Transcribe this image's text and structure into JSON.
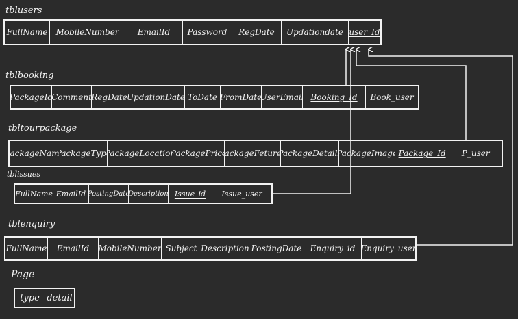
{
  "tables": [
    {
      "name": "tblusers",
      "fields": [
        {
          "label": "FullName"
        },
        {
          "label": "MobileNumber"
        },
        {
          "label": "EmailId"
        },
        {
          "label": "Password"
        },
        {
          "label": "RegDate"
        },
        {
          "label": "Updationdate"
        },
        {
          "label": "user_Id",
          "key": true
        }
      ]
    },
    {
      "name": "tblbooking",
      "fields": [
        {
          "label": "PackageId"
        },
        {
          "label": "Comment"
        },
        {
          "label": "RegDate"
        },
        {
          "label": "UpdationDate"
        },
        {
          "label": "ToDate"
        },
        {
          "label": "FromDate"
        },
        {
          "label": "UserEmail"
        },
        {
          "label": "Booking_Id",
          "key": true
        },
        {
          "label": "Book_user"
        }
      ]
    },
    {
      "name": "tbltourpackage",
      "fields": [
        {
          "label": "PackageName"
        },
        {
          "label": "PackageType"
        },
        {
          "label": "PackageLocation"
        },
        {
          "label": "PackagePrice"
        },
        {
          "label": "PackageFetures"
        },
        {
          "label": "PackageDetails"
        },
        {
          "label": "PackageImage"
        },
        {
          "label": "Package_Id",
          "key": true
        },
        {
          "label": "P_user"
        }
      ]
    },
    {
      "name": "tblissues",
      "fields": [
        {
          "label": "FullName"
        },
        {
          "label": "EmailId"
        },
        {
          "label": "PostingDate"
        },
        {
          "label": "Description"
        },
        {
          "label": "Issue_id",
          "key": true
        },
        {
          "label": "Issue_user"
        }
      ]
    },
    {
      "name": "tblenquiry",
      "fields": [
        {
          "label": "FullName"
        },
        {
          "label": "EmailId"
        },
        {
          "label": "MobileNumber"
        },
        {
          "label": "Subject"
        },
        {
          "label": "Description"
        },
        {
          "label": "PostingDate"
        },
        {
          "label": "Enquiry_id",
          "key": true
        },
        {
          "label": "Enquiry_user"
        }
      ]
    },
    {
      "name": "Page",
      "fields": [
        {
          "label": "type"
        },
        {
          "label": "detail"
        }
      ]
    }
  ],
  "colors": {
    "background": "#2b2b2b",
    "ink": "#f2f2f2"
  }
}
